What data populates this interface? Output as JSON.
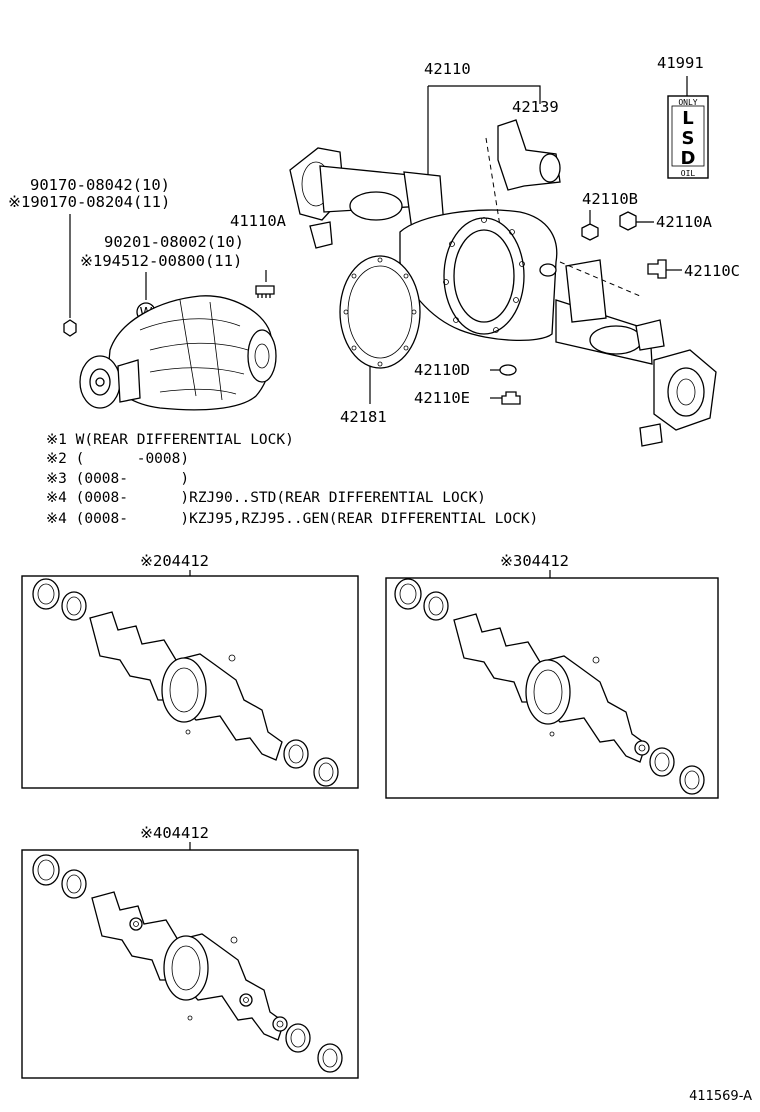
{
  "parts": {
    "p42110": "42110",
    "p42139": "42139",
    "p41991": "41991",
    "p42110B": "42110B",
    "p42110A_right": "42110A",
    "p42110C": "42110C",
    "p41110A": "41110A",
    "p42110D": "42110D",
    "p42110E": "42110E",
    "p42181": "42181",
    "bolt_a1": "90170-08042(10)",
    "bolt_a2": "※190170-08204(11)",
    "bolt_b1": "90201-08002(10)",
    "bolt_b2": "※194512-00800(11)",
    "w_marker": "W"
  },
  "lsd_tag": {
    "top": "ONLY",
    "l": "L",
    "s": "S",
    "d": "D",
    "bottom": "OIL"
  },
  "notes": [
    "※1 W(REAR DIFFERENTIAL LOCK)",
    "※2 (      -0008)",
    "※3 (0008-      )",
    "※4 (0008-      )RZJ90..STD(REAR DIFFERENTIAL LOCK)",
    "※4 (0008-      )KZJ95,RZJ95..GEN(REAR DIFFERENTIAL LOCK)"
  ],
  "kits": {
    "k2": "※204412",
    "k3": "※304412",
    "k4": "※404412"
  },
  "figure_id": "411569-A"
}
